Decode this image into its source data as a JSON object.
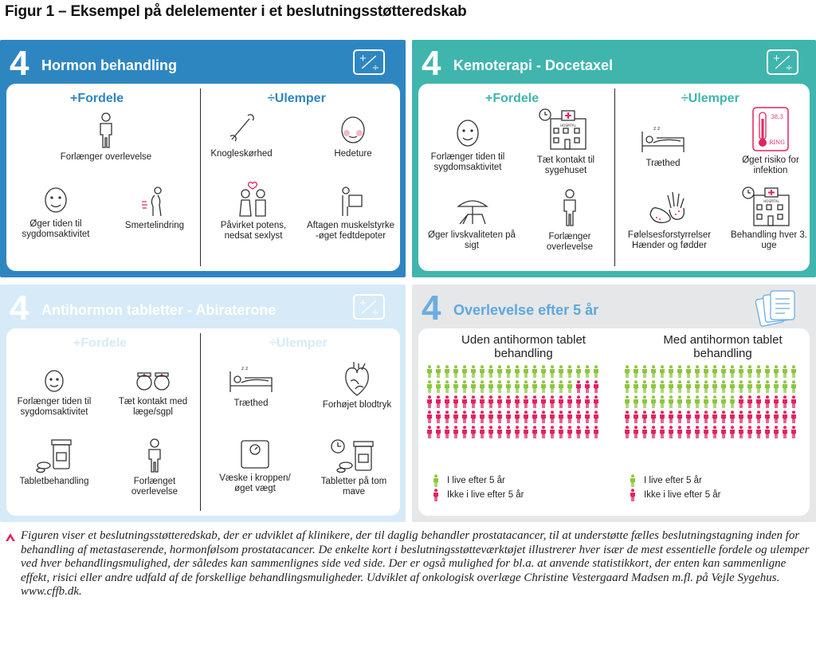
{
  "figure_title": "Figur 1 – Eksempel på delelementer i et beslutningsstøtteredskab",
  "colors": {
    "blue": "#2e86c1",
    "teal": "#3fb5ad",
    "lightblue": "#d6ebf7",
    "green": "#8dc63f",
    "red": "#e0245e"
  },
  "cards": {
    "hormon": {
      "number": "4",
      "title": "Hormon behandling",
      "pros_heading": "+Fordele",
      "cons_heading": "÷Ulemper",
      "pros": [
        "Forlænger overlevelse",
        "Øger tiden til sygdomsaktivitet",
        "Smertelindring"
      ],
      "cons": [
        "Knogleskørhed",
        "Hedeture",
        "Påvirket potens, nedsat sexlyst",
        "Aftagen muskelstyrke -øget fedtdepoter"
      ]
    },
    "kemo": {
      "number": "4",
      "title": "Kemoterapi - Docetaxel",
      "pros_heading": "+Fordele",
      "cons_heading": "÷Ulemper",
      "pros": [
        "Forlænger tiden til sygdomsaktivitet",
        "Tæt kontakt til sygehuset",
        "Øger livskvaliteten på sigt",
        "Forlænger overlevelse"
      ],
      "cons": [
        "Træthed",
        "Øget risiko for infektion",
        "Følelsesforstyrrelser Hænder og fødder",
        "Behandling hver 3. uge"
      ],
      "thermo_temp": "38,3",
      "thermo_word": "RING",
      "hospital_sign": "HOSPITAL"
    },
    "anti": {
      "number": "4",
      "title": "Antihormon tabletter - Abiraterone",
      "pros_heading": "+Fordele",
      "cons_heading": "÷Ulemper",
      "pros": [
        "Forlænger tiden til sygdomsaktivitet",
        "Tæt kontakt med læge/sgpl",
        "Tabletbehandling",
        "Forlænget overlevelse"
      ],
      "cons": [
        "Træthed",
        "Forhøjet blodtryk",
        "Væske i kroppen/ øget vægt",
        "Tabletter på tom mave"
      ]
    },
    "survival": {
      "number": "4",
      "title": "Overlevelse efter 5 år",
      "groups": [
        {
          "title": "Uden antihormon tablet behandling",
          "alive": 37,
          "total": 100
        },
        {
          "title": "Med antihormon tablet behandling",
          "alive": 53,
          "total": 100
        }
      ],
      "legend_alive": "I live efter 5 år",
      "legend_dead": "Ikke i live efter 5 år"
    }
  },
  "caption": "Figuren viser et beslutningsstøtteredskab, der er udviklet af klinikere, der til daglig behandler prostatacancer, til at understøtte fælles beslutningstagning inden for behandling af metastaserende, hormonfølsom prostatacancer. De enkelte kort i beslutningsstøtteværktøjet illustrerer hver især de mest essentielle fordele og ulemper ved hver behandlingsmulighed, der således kan sammenlignes side ved side. Der er også mulighed for bl.a. at anvende statistikkort, der enten kan sammenligne effekt, risici eller andre udfald af de forskellige behandlingsmuligheder. Udviklet af onkologisk overlæge Christine Vestergaard Madsen m.fl. på Vejle Sygehus. www.cffb.dk."
}
